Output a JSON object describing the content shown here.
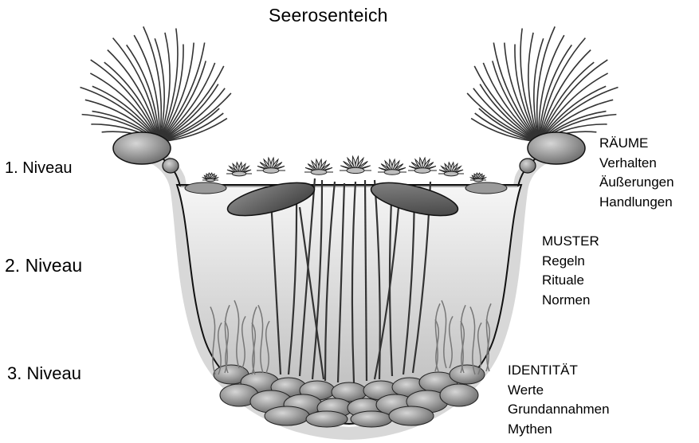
{
  "title": "Seerosenteich",
  "levels": [
    {
      "label": "1. Niveau"
    },
    {
      "label": "2. Niveau"
    },
    {
      "label": "3. Niveau"
    }
  ],
  "groups": [
    {
      "heading": "RÄUME",
      "items": [
        "Verhalten",
        "Äußerungen",
        "Handlungen"
      ]
    },
    {
      "heading": "MUSTER",
      "items": [
        "Regeln",
        "Rituale",
        "Normen"
      ]
    },
    {
      "heading": "IDENTITÄT",
      "items": [
        "Werte",
        "Grundannahmen",
        "Mythen"
      ]
    }
  ],
  "colors": {
    "bank": "#d9d9d9",
    "water_top": "#f4f4f4",
    "water_bottom": "#b9b9b9",
    "outline": "#111111",
    "leaf": "#5a5a5a",
    "stone": "#8a8a8a"
  }
}
